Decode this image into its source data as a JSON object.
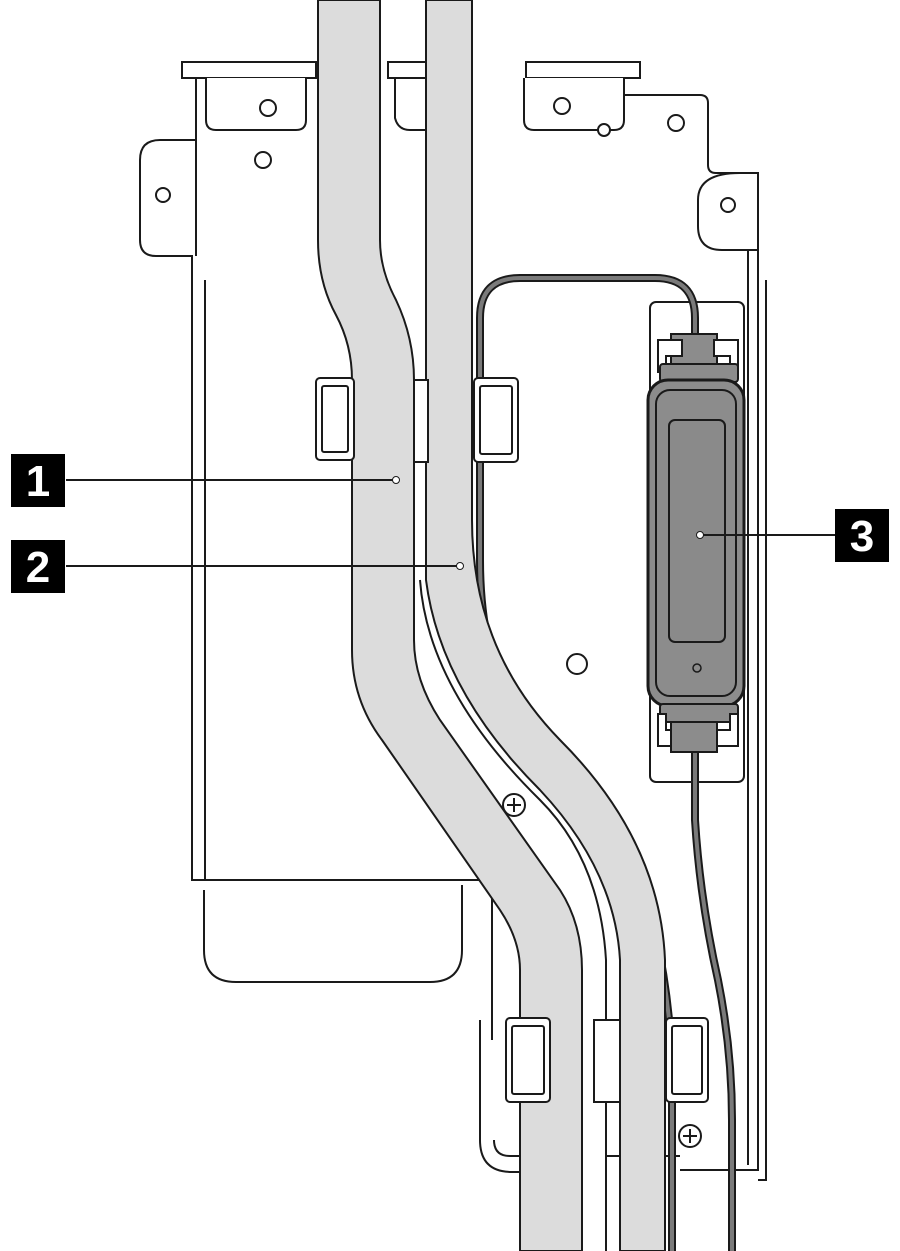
{
  "callouts": [
    {
      "id": "callout-1",
      "label": "1"
    },
    {
      "id": "callout-2",
      "label": "2"
    },
    {
      "id": "callout-3",
      "label": "3"
    }
  ],
  "colors": {
    "line": "#1a1a1a",
    "hose_fill": "#dcdcdc",
    "cable": "#7a7a7a",
    "module_fill": "#8c8c8c",
    "callout_box": "#000000",
    "callout_text": "#ffffff"
  }
}
